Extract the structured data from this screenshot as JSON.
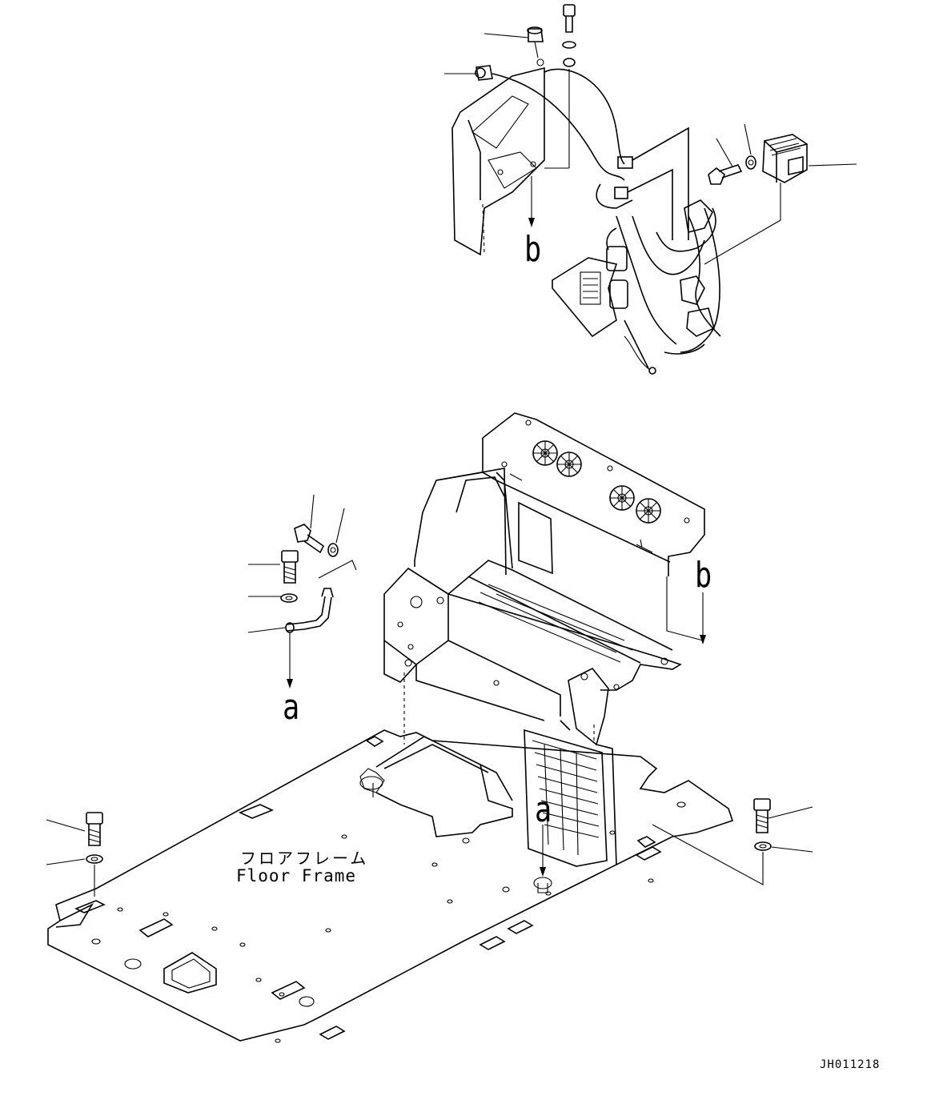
{
  "labels": {
    "frame_jp": "フロアフレーム",
    "frame_en": "Floor Frame",
    "ref_a_upper": "a",
    "ref_a_lower": "a",
    "ref_b_upper": "b",
    "ref_b_lower": "b",
    "drawing_number": "JH011218"
  }
}
